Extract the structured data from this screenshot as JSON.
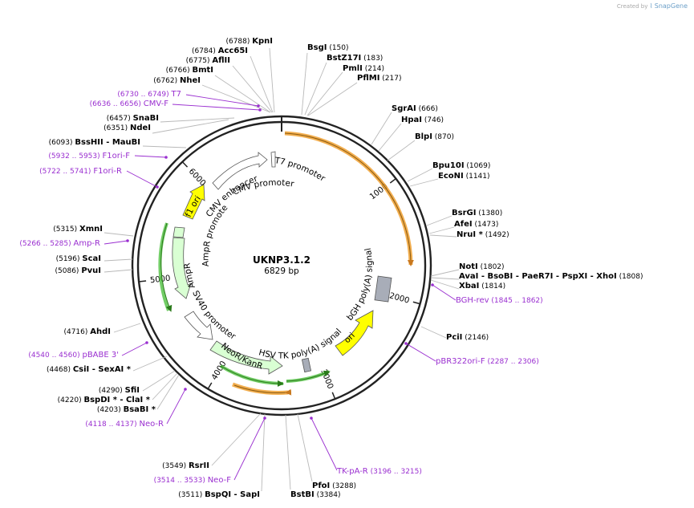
{
  "credit": {
    "prefix": "Created by",
    "brand": "SnapGene"
  },
  "plasmid": {
    "name": "UKNP3.1.2",
    "size_label": "6829 bp",
    "length": 6829
  },
  "ticks": [
    "1000",
    "2000",
    "3000",
    "4000",
    "5000",
    "6000"
  ],
  "sites": [
    {
      "name": "KpnI",
      "pos": "(6788)"
    },
    {
      "name": "Acc65I",
      "pos": "(6784)"
    },
    {
      "name": "AflII",
      "pos": "(6775)"
    },
    {
      "name": "BmtI",
      "pos": "(6766)"
    },
    {
      "name": "NheI",
      "pos": "(6762)"
    },
    {
      "name": "SnaBI",
      "pos": "(6457)"
    },
    {
      "name": "NdeI",
      "pos": "(6351)"
    },
    {
      "name": "BssHII - MauBI",
      "pos": "(6093)"
    },
    {
      "name": "XmnI",
      "pos": "(5315)"
    },
    {
      "name": "ScaI",
      "pos": "(5196)"
    },
    {
      "name": "PvuI",
      "pos": "(5086)"
    },
    {
      "name": "AhdI",
      "pos": "(4716)"
    },
    {
      "name": "CsiI - SexAI *",
      "pos": "(4468)"
    },
    {
      "name": "SfiI",
      "pos": "(4290)"
    },
    {
      "name": "BspDI * - ClaI *",
      "pos": "(4220)"
    },
    {
      "name": "BsaBI *",
      "pos": "(4203)"
    },
    {
      "name": "RsrII",
      "pos": "(3549)"
    },
    {
      "name": "BspQI - SapI",
      "pos": "(3511)"
    },
    {
      "name": "BstBI",
      "pos": "(3384)"
    },
    {
      "name": "PfoI",
      "pos": "(3288)"
    },
    {
      "name": "BsgI",
      "pos": "(150)"
    },
    {
      "name": "BstZ17I",
      "pos": "(183)"
    },
    {
      "name": "PmlI",
      "pos": "(214)"
    },
    {
      "name": "PflMI",
      "pos": "(217)"
    },
    {
      "name": "SgrAI",
      "pos": "(666)"
    },
    {
      "name": "HpaI",
      "pos": "(746)"
    },
    {
      "name": "BlpI",
      "pos": "(870)"
    },
    {
      "name": "Bpu10I",
      "pos": "(1069)"
    },
    {
      "name": "EcoNI",
      "pos": "(1141)"
    },
    {
      "name": "BsrGI",
      "pos": "(1380)"
    },
    {
      "name": "AfeI",
      "pos": "(1473)"
    },
    {
      "name": "NruI *",
      "pos": "(1492)"
    },
    {
      "name": "NotI",
      "pos": "(1802)"
    },
    {
      "name": "AvaI - BsoBI - PaeR7I - PspXI - XhoI",
      "pos": "(1808)"
    },
    {
      "name": "XbaI",
      "pos": "(1814)"
    },
    {
      "name": "PciI",
      "pos": "(2146)"
    }
  ],
  "primers": [
    {
      "name": "T7",
      "pos": "(6730 .. 6749)"
    },
    {
      "name": "CMV-F",
      "pos": "(6636 .. 6656)"
    },
    {
      "name": "F1ori-F",
      "pos": "(5932 .. 5953)"
    },
    {
      "name": "F1ori-R",
      "pos": "(5722 .. 5741)"
    },
    {
      "name": "Amp-R",
      "pos": "(5266 .. 5285)"
    },
    {
      "name": "pBABE 3'",
      "pos": "(4540 .. 4560)"
    },
    {
      "name": "Neo-R",
      "pos": "(4118 .. 4137)"
    },
    {
      "name": "Neo-F",
      "pos": "(3514 .. 3533)"
    },
    {
      "name": "TK-pA-R",
      "pos": "(3196 .. 3215)"
    },
    {
      "name": "BGH-rev",
      "pos": "(1845 .. 1862)"
    },
    {
      "name": "pBR322ori-F",
      "pos": "(2287 .. 2306)"
    }
  ],
  "features": {
    "t7": "T7 promoter",
    "cmv_enh": "CMV enhancer",
    "cmv_pro": "CMV promoter",
    "f1": "f1 ori",
    "amp_pro": "AmpR promoter",
    "ampr": "AmpR",
    "sv40": "SV40 promoter",
    "neor": "NeoR/KanR",
    "hsv": "HSV TK poly(A) signal",
    "ori": "ori",
    "bgh": "bGH poly(A) signal"
  },
  "colors": {
    "yellow": "#ffff00",
    "green_fill": "#d9ffd3",
    "orange": "#f0a030",
    "primer": "#9a2fd0",
    "gray": "#a8adb8"
  }
}
